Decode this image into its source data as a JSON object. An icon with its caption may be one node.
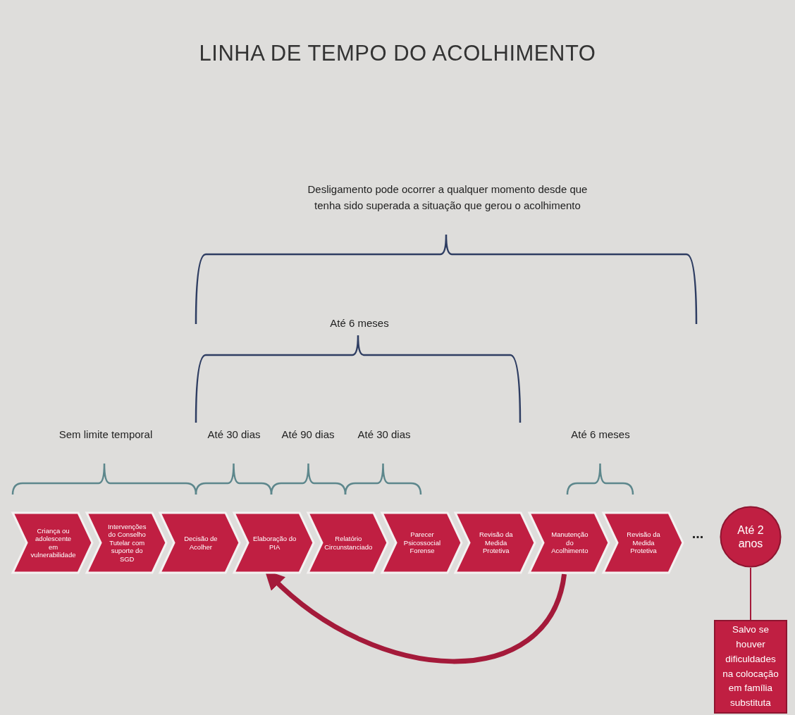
{
  "diagram": {
    "title": "LINHA DE TEMPO DO ACOLHIMENTO",
    "nodes": [
      {
        "text": [
          "Criança ou adolescente em vulnerabilidade"
        ]
      },
      {
        "text": [
          "Intervenções do Conselho Tutelar com suporte do SGD"
        ]
      },
      {
        "text": [
          "Decisão de Acolher"
        ]
      },
      {
        "text": [
          "Elaboração do PIA"
        ]
      },
      {
        "text": [
          "Relatório Circunstanciado"
        ]
      },
      {
        "text": [
          "Parecer Psicossocial Forense"
        ]
      },
      {
        "text": [
          "Revisão da Medida Protetiva"
        ]
      },
      {
        "text": [
          "Manutenção do Acolhimento"
        ]
      },
      {
        "text": [
          "Revisão da Medida Protetiva"
        ]
      },
      {
        "text": [
          "Até 2 anos"
        ]
      },
      {
        "text": [
          "Salvo se houver dificuldades na colocação em família substituta"
        ]
      }
    ],
    "edges": [
      {
        "from": 9,
        "to": 10,
        "arrow": "none"
      },
      {
        "from": 7,
        "to": 3,
        "arrow": "to",
        "style": "thick"
      }
    ],
    "labels": [
      "Desligamento pode ocorrer a qualquer momento desde que tenha sido superada a situação que gerou o acolhimento",
      "Até 6 meses",
      "Sem limite temporal",
      "Até 30 dias",
      "Até 90 dias",
      "Até 30 dias",
      "Até 6 meses",
      "..."
    ]
  }
}
